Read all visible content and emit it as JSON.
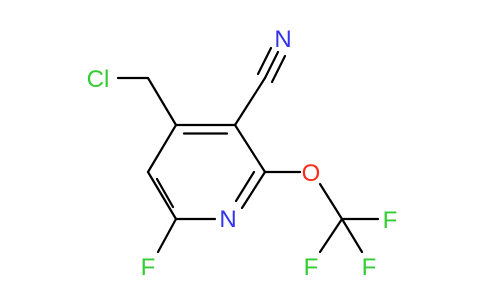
{
  "molecule": {
    "atoms": {
      "cl": {
        "label": "Cl",
        "color": "#33cc33"
      },
      "n_nitrile": {
        "label": "N",
        "color": "#3333ee"
      },
      "n_ring": {
        "label": "N",
        "color": "#3333ee"
      },
      "o": {
        "label": "O",
        "color": "#ff2a1a"
      },
      "f_ring": {
        "label": "F",
        "color": "#33cc33"
      },
      "f_cf3_right": {
        "label": "F",
        "color": "#33cc33"
      },
      "f_cf3_left": {
        "label": "F",
        "color": "#33cc33"
      },
      "f_cf3_bottom": {
        "label": "F",
        "color": "#33cc33"
      }
    },
    "bond_color": "#000000"
  }
}
